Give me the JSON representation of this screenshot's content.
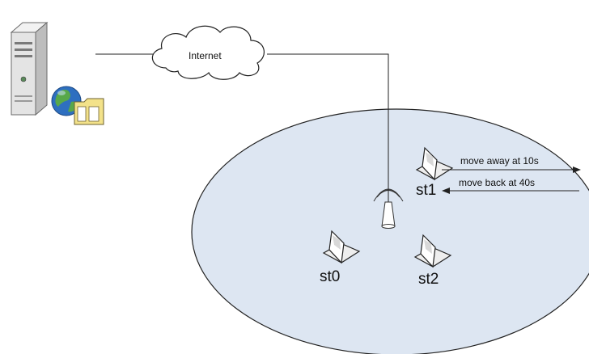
{
  "cloud": {
    "label": "Internet"
  },
  "stations": [
    {
      "id": "st0",
      "label": "st0"
    },
    {
      "id": "st1",
      "label": "st1"
    },
    {
      "id": "st2",
      "label": "st2"
    }
  ],
  "movements": [
    {
      "label": "move away at 10s"
    },
    {
      "label": "move back at 40s"
    }
  ],
  "colors": {
    "coverage_fill": "#dde6f2",
    "coverage_stroke": "#222222",
    "line": "#222222",
    "server_body": "#e4e4e4",
    "globe": "#2e6fc0",
    "folder": "#f3e28a"
  }
}
